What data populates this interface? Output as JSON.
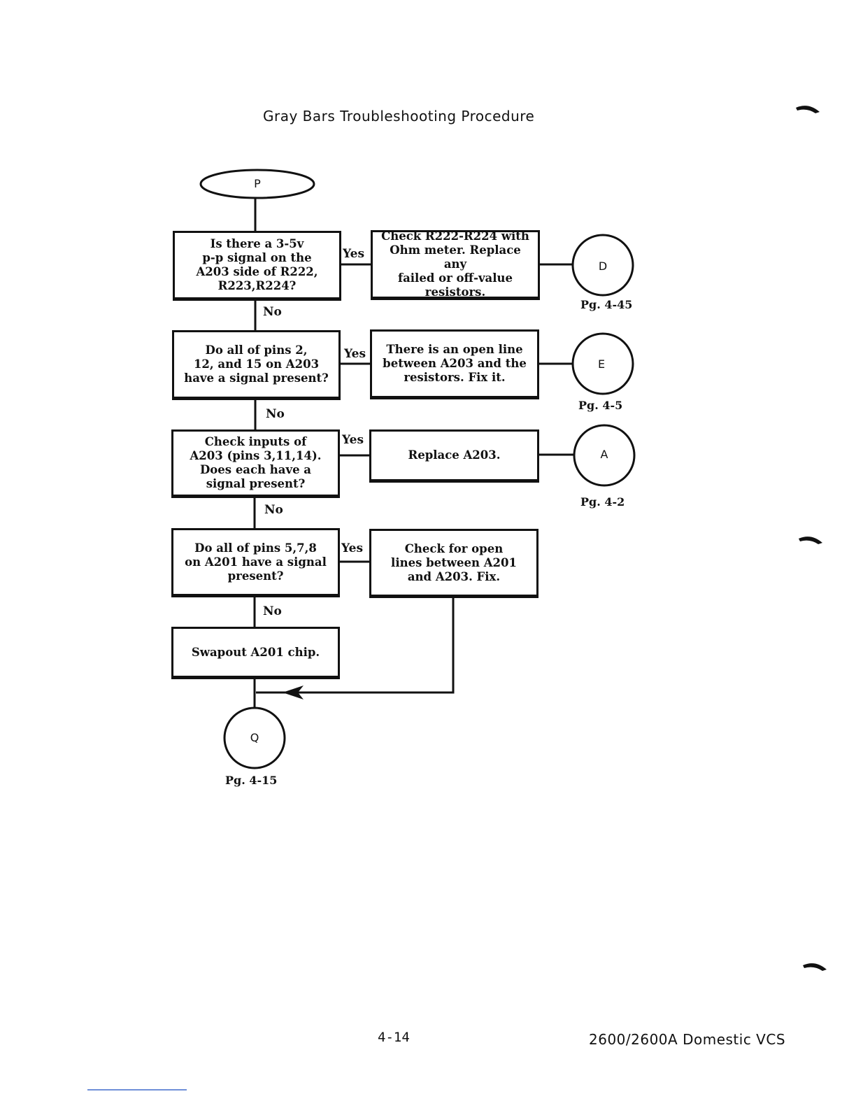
{
  "page": {
    "title": "Gray Bars Troubleshooting Procedure",
    "page_number": "4-14",
    "footer": "2600/2600A Domestic VCS"
  },
  "connectors": {
    "start": "P",
    "d": "D",
    "e": "E",
    "a": "A",
    "end": "Q"
  },
  "decisions": [
    {
      "text": "Is there a 3-5v\np-p signal on the\nA203 side of R222,\nR223,R224?"
    },
    {
      "text": "Do all of pins 2,\n12, and 15 on A203\nhave a signal present?"
    },
    {
      "text": "Check inputs of\nA203 (pins 3,11,14).\nDoes each have a\nsignal present?"
    },
    {
      "text": "Do all of pins 5,7,8\non A201 have a signal\npresent?"
    }
  ],
  "actions": [
    {
      "text": "Check R222-R224 with\nOhm meter.  Replace any\nfailed or off-value\nresistors."
    },
    {
      "text": "There is an open line\nbetween A203 and the\nresistors.  Fix it."
    },
    {
      "text": "Replace A203."
    },
    {
      "text": "Check for open\nlines between A201\nand A203.  Fix."
    },
    {
      "text": "Swapout A201 chip."
    }
  ],
  "labels": {
    "yes": [
      "Yes",
      "Yes",
      "Yes",
      "Yes"
    ],
    "no": [
      "No",
      "No",
      "No",
      "No"
    ]
  },
  "page_refs": {
    "d": "Pg. 4-45",
    "e": "Pg. 4-5",
    "a": "Pg. 4-2",
    "q": "Pg. 4-15"
  }
}
